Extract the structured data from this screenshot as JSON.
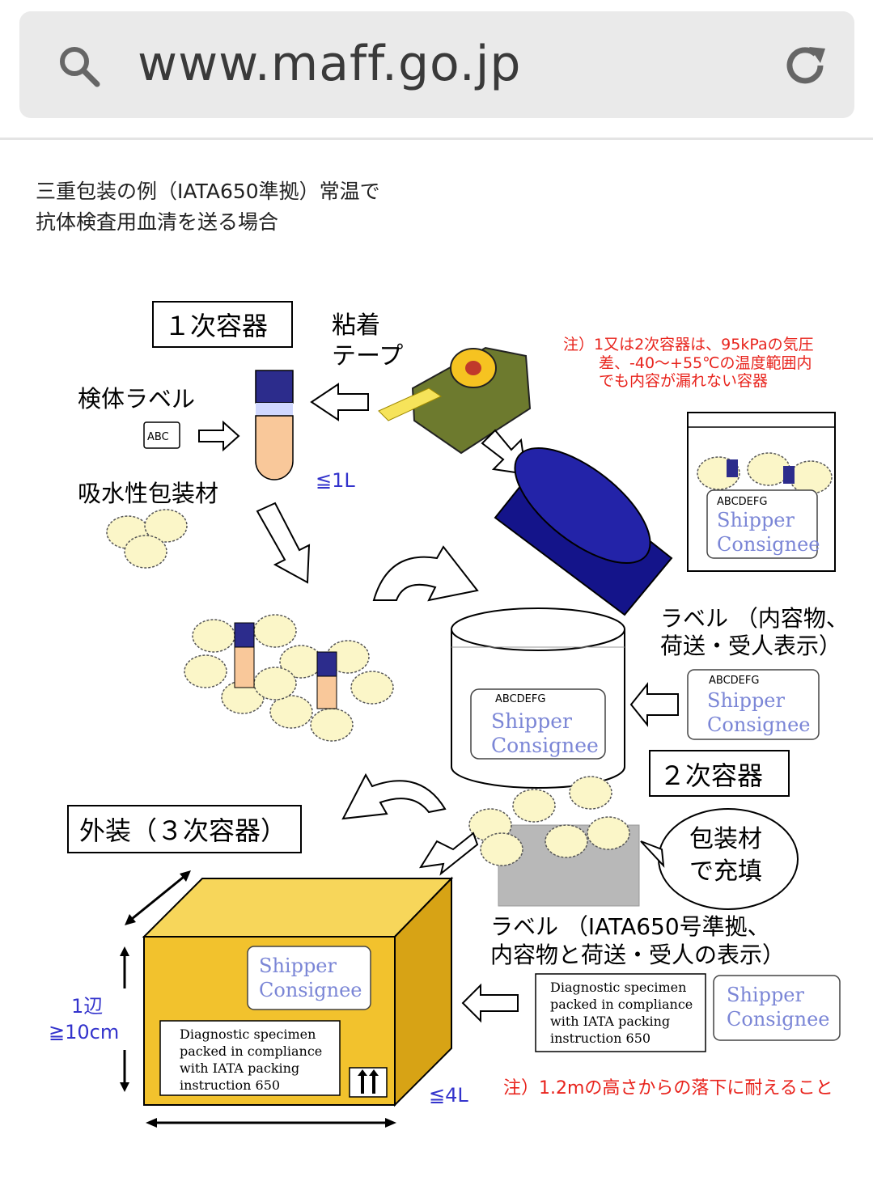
{
  "browser": {
    "url": "www.maff.go.jp",
    "search_icon": "search-icon",
    "reload_icon": "reload-icon"
  },
  "caption": {
    "line1": "三重包装の例（IATA650準拠）常温で",
    "line2": "抗体検査用血清を送る場合"
  },
  "diagram": {
    "primary_container": "１次容器",
    "adhesive_tape_l1": "粘着",
    "adhesive_tape_l2": "テープ",
    "specimen_label": "検体ラベル",
    "abc_tag": "ABC",
    "absorbent_material": "吸水性包装材",
    "le_1l": "≦1L",
    "note1_l1": "注）1又は2次容器は、95kPaの気圧",
    "note1_l2": "差、-40〜+55℃の温度範囲内",
    "note1_l3": "でも内容が漏れない容器",
    "bag_label_code": "ABCDEFG",
    "bag_label_shipper": "Shipper",
    "bag_label_consignee": "Consignee",
    "label_contents_l1": "ラベル （内容物、",
    "label_contents_l2": "荷送・受人表示）",
    "jar_label_code": "ABCDEFG",
    "jar_label_shipper": "Shipper",
    "jar_label_consignee": "Consignee",
    "side_label_code": "ABCDEFG",
    "side_label_shipper": "Shipper",
    "side_label_consignee": "Consignee",
    "secondary_container": "２次容器",
    "outer_packaging": "外装（３次容器）",
    "filler_l1": "包装材",
    "filler_l2": "で充填",
    "label_iata_l1": "ラベル （IATA650号準拠、",
    "label_iata_l2": "内容物と荷送・受人の表示）",
    "diag_l1": "Diagnostic specimen",
    "diag_l2": "packed in compliance",
    "diag_l3": "with IATA packing",
    "diag_l4": "instruction 650",
    "iata_side_shipper": "Shipper",
    "iata_side_consignee": "Consignee",
    "box_shipper": "Shipper",
    "box_consignee": "Consignee",
    "box_diag_l1": "Diagnostic specimen",
    "box_diag_l2": "packed in compliance",
    "box_diag_l3": "with IATA packing",
    "box_diag_l4": "instruction 650",
    "side_len_l1": "1辺",
    "side_len_l2": "≧10cm",
    "le_4l": "≦4L",
    "note2": "注）1.2mの高さからの落下に耐えること"
  },
  "colors": {
    "note_red": "#e8231c",
    "blue_text": "#3333cc",
    "label_blue": "#7b86d6",
    "box_yellow": "#f2c22d",
    "lid_navy": "#14148a",
    "tube_peach": "#f9c89a",
    "cotton": "#fbf6c8",
    "tape_green": "#6d7a2e"
  }
}
